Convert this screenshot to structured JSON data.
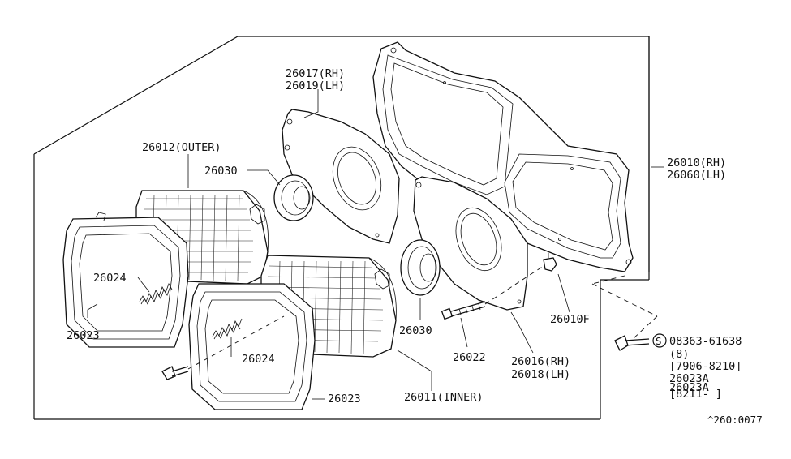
{
  "labels": {
    "l26017": "26017(RH)",
    "l26019": "26019(LH)",
    "l26012": "26012(OUTER)",
    "l26030a": "26030",
    "l26010": "26010(RH)",
    "l26060": "26060(LH)",
    "l26024a": "26024",
    "l26023a": "26023",
    "l26030b": "26030",
    "l26010f": "26010F",
    "l26024b": "26024",
    "l26022": "26022",
    "l26016": "26016(RH)",
    "l26018": "26018(LH)",
    "l08363": "08363-61638",
    "l8": "(8)",
    "l7906": "[7906-8210]",
    "l26023A1": "26023A",
    "l26023A2": "26023A",
    "l8211": "[8211-    ]",
    "l26023b": "26023",
    "l26011": "26011(INNER)",
    "lcode": "^260:0077"
  },
  "symbols": {
    "screw_marker": "S"
  }
}
